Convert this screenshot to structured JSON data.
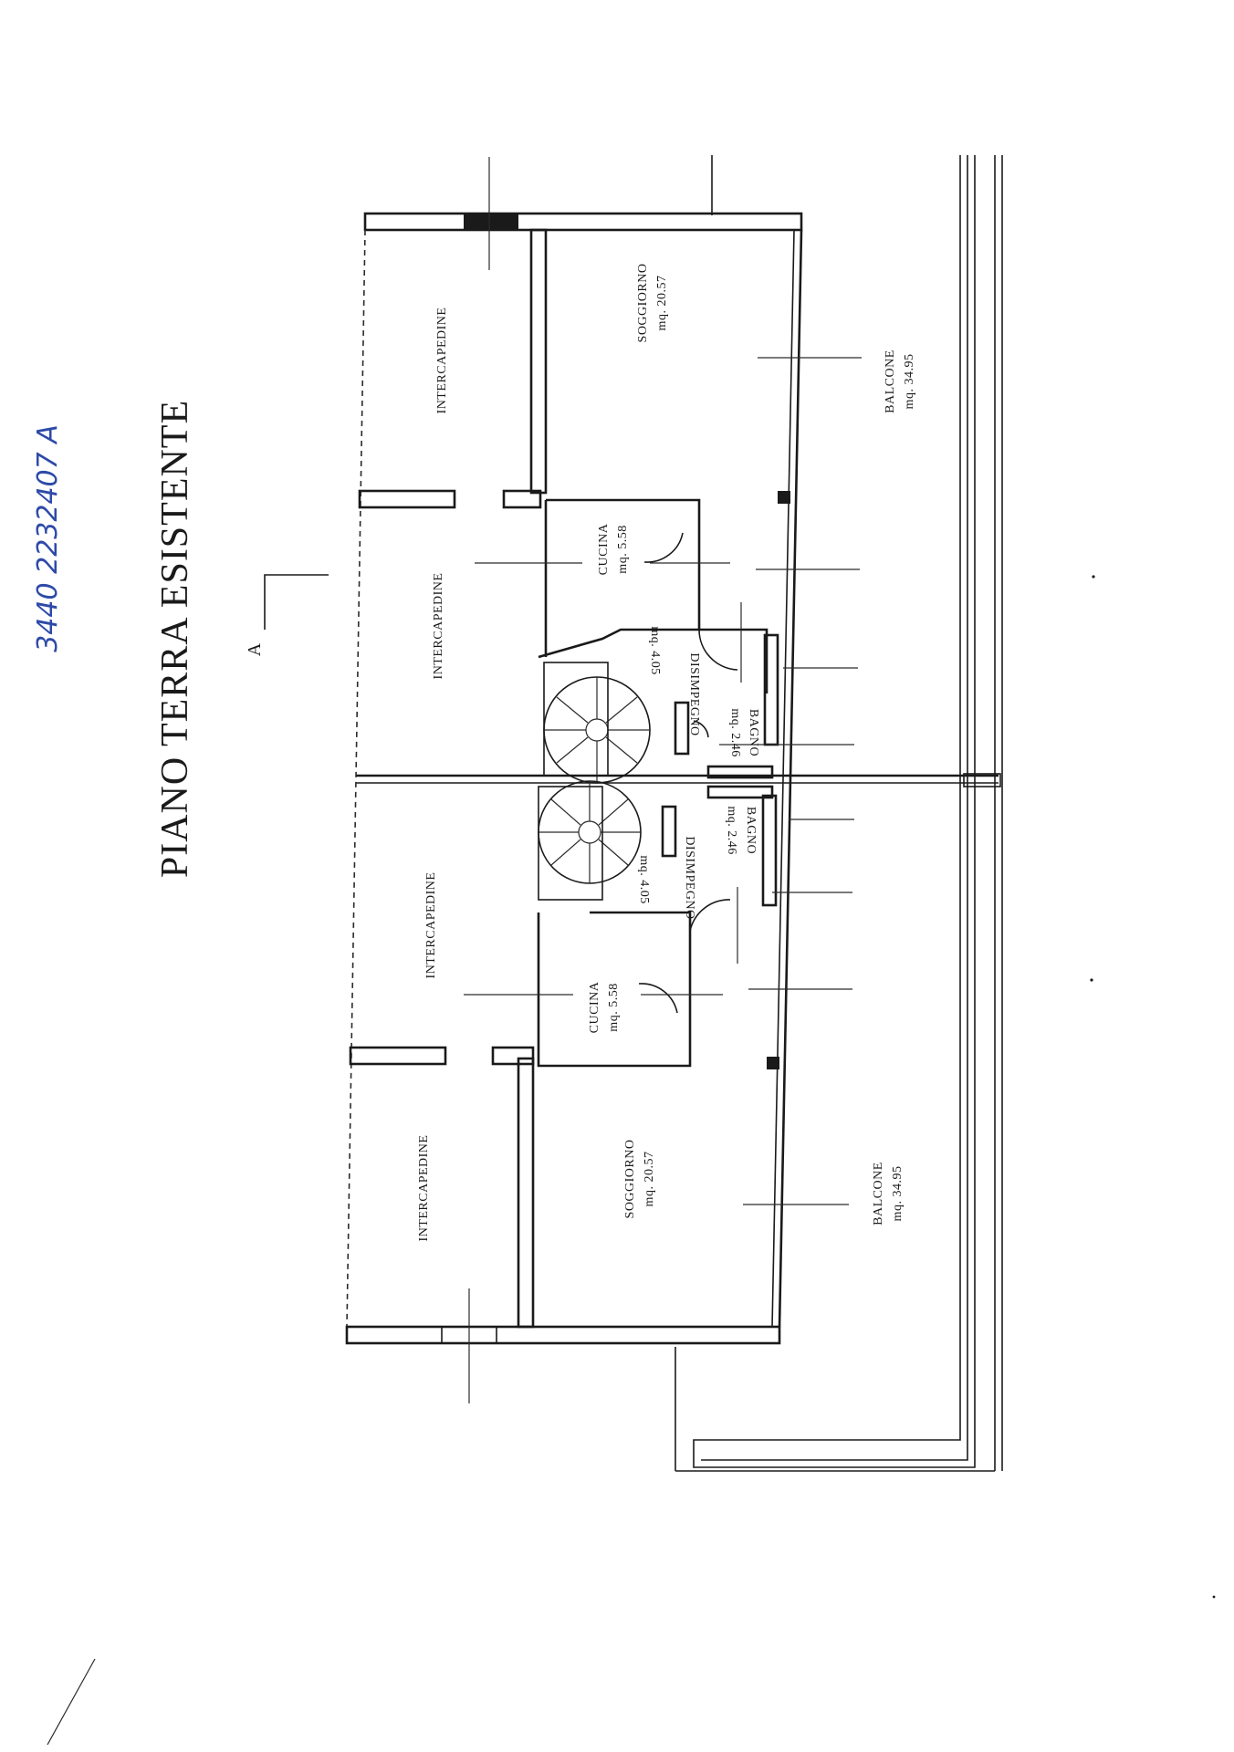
{
  "title": "PIANO TERRA ESISTENTE",
  "section_marker": "A",
  "handwritten_note": "3440 2232407 A",
  "rooms": {
    "unit1": {
      "intercapedine_top": "INTERCAPEDINE",
      "intercapedine_mid": "INTERCAPEDINE",
      "soggiorno": {
        "name": "SOGGIORNO",
        "area": "mq. 20.57"
      },
      "cucina": {
        "name": "CUCINA",
        "area": "mq. 5.58"
      },
      "disimpegno": {
        "name": "DISIMPEGNO",
        "area": "mq. 4.05"
      },
      "bagno": {
        "name": "BAGNO",
        "area": "mq. 2.46"
      },
      "balcone": {
        "name": "BALCONE",
        "area": "mq. 34.95"
      }
    },
    "unit2": {
      "intercapedine_mid": "INTERCAPEDINE",
      "intercapedine_bottom": "INTERCAPEDINE",
      "soggiorno": {
        "name": "SOGGIORNO",
        "area": "mq. 20.57"
      },
      "cucina": {
        "name": "CUCINA",
        "area": "mq. 5.58"
      },
      "disimpegno": {
        "name": "DISIMPEGNO",
        "area": "mq. 4.05"
      },
      "bagno": {
        "name": "BAGNO",
        "area": "mq. 2.46"
      },
      "balcone": {
        "name": "BALCONE",
        "area": "mq. 34.95"
      }
    }
  }
}
